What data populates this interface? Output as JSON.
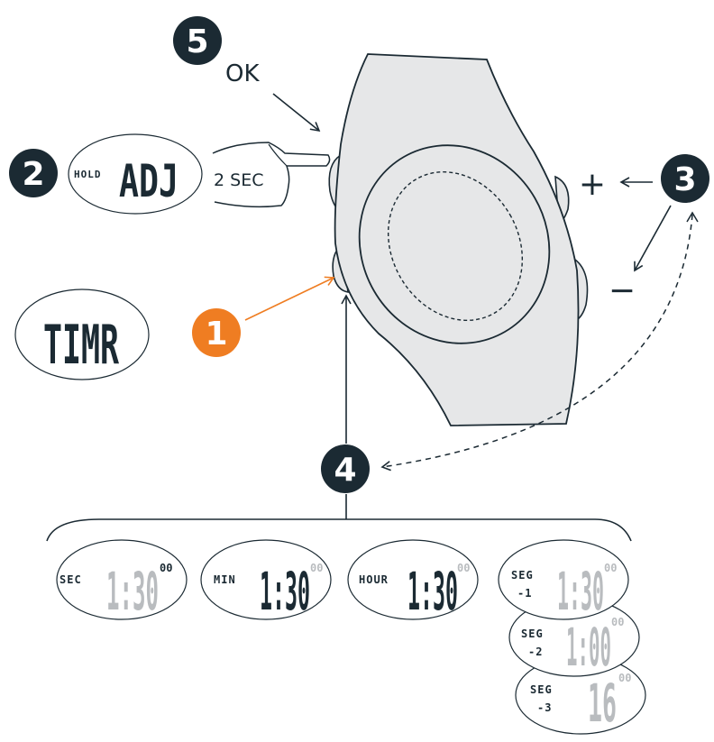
{
  "steps": {
    "step1": "1",
    "step2": "2",
    "step3": "3",
    "step4": "4",
    "step5": "5"
  },
  "labels": {
    "ok": "OK",
    "hold_time": "2 SEC",
    "plus": "+",
    "minus": "−"
  },
  "displays": {
    "hold_adj": {
      "small": "HOLD",
      "big": "ADJ"
    },
    "timr": {
      "big": "TIMR"
    },
    "sec": {
      "small": "SEC",
      "big": "1:30",
      "sup": "00"
    },
    "min": {
      "small": "MIN",
      "big": "1:30",
      "sup": "00"
    },
    "hour": {
      "small": "HOUR",
      "big": "1:30",
      "sup": "00"
    },
    "seg1": {
      "small": "SEG",
      "index": "-1",
      "big": "1:30",
      "sup": "00"
    },
    "seg2": {
      "small": "SEG",
      "index": "-2",
      "big": "1:00",
      "sup": "00"
    },
    "seg3": {
      "small": "SEG",
      "index": "-3",
      "big": "16",
      "sup": "00"
    }
  },
  "colors": {
    "dark": "#1b2a33",
    "accent": "#ef7d22",
    "watch_fill": "#e6e7e8",
    "grey_digits": "#b9bcbf"
  }
}
